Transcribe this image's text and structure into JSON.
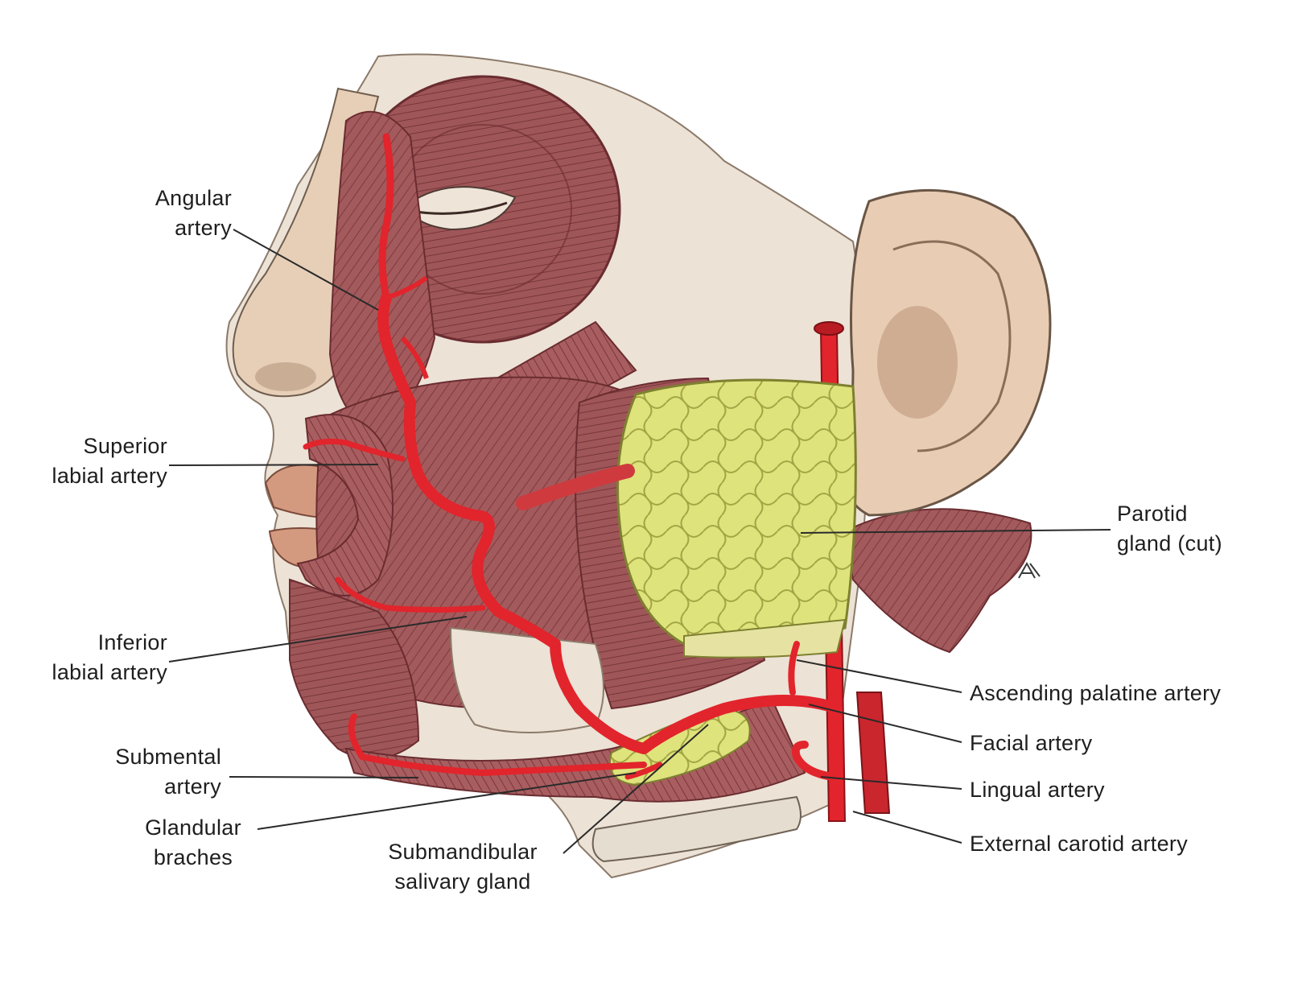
{
  "labels": {
    "angular_artery": [
      "Angular",
      "artery"
    ],
    "superior_labial_artery": [
      "Superior",
      "labial artery"
    ],
    "inferior_labial_artery": [
      "Inferior",
      "labial artery"
    ],
    "submental_artery": [
      "Submental",
      "artery"
    ],
    "glandular_branches": [
      "Glandular",
      "braches"
    ],
    "submandibular_gland": [
      "Submandibular",
      "salivary gland"
    ],
    "parotid_gland": [
      "Parotid",
      "gland (cut)"
    ],
    "ascending_palatine_artery": "Ascending palatine artery",
    "facial_artery": "Facial artery",
    "lingual_artery": "Lingual artery",
    "external_carotid_artery": "External carotid artery"
  },
  "colors": {
    "muscle": "#a35a5c",
    "muscle_dark": "#7e3a3e",
    "artery": "#e2242c",
    "gland": "#dde27a",
    "skin": "#e9d3bd",
    "skin_shadow": "#c9ad95",
    "leader": "#2a2a2a"
  }
}
